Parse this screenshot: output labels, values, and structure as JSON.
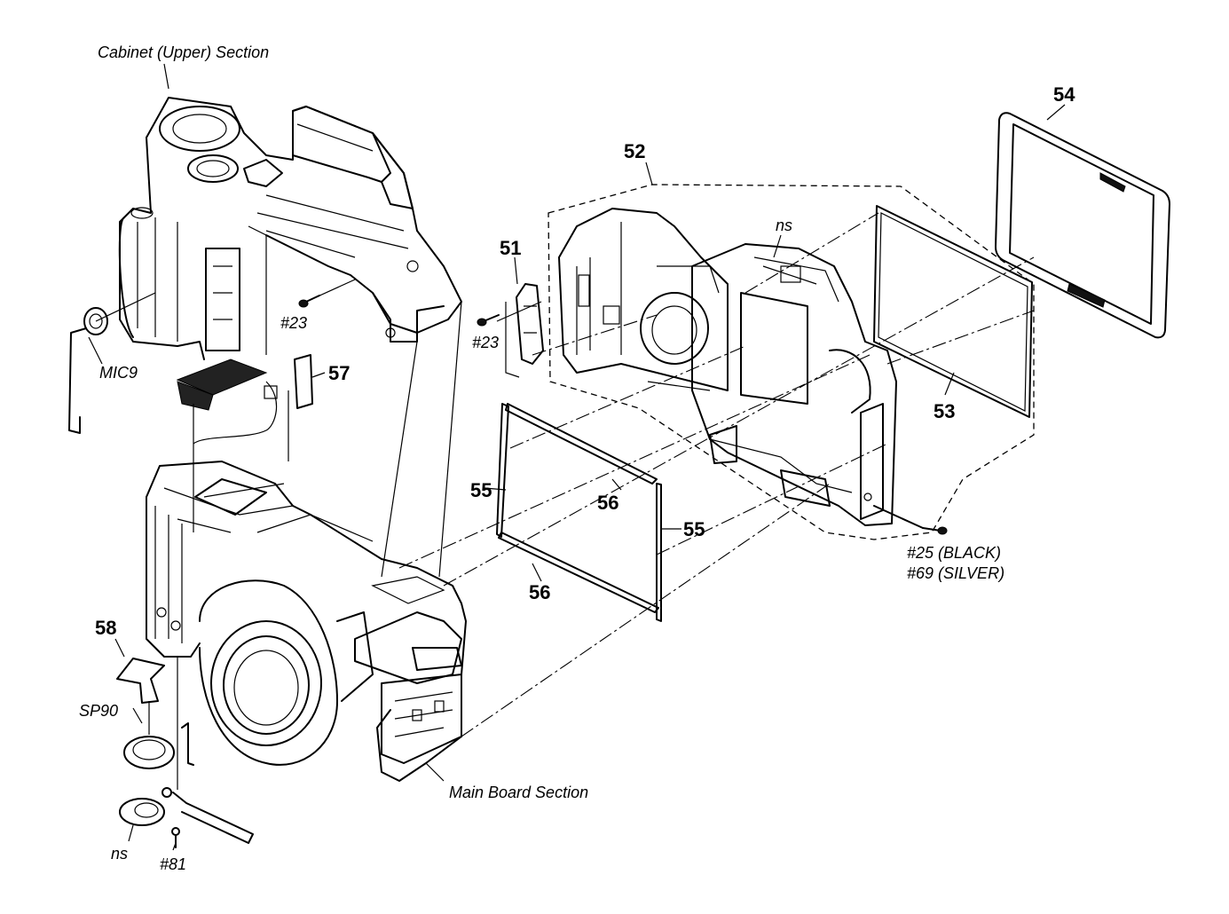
{
  "labels": {
    "cabinet_upper": "Cabinet (Upper) Section",
    "main_board": "Main Board Section",
    "mic": "MIC9",
    "speaker": "SP90",
    "screw_23_left": "#23",
    "screw_23_right": "#23",
    "screw_25": "#25 (BLACK)",
    "screw_69": "#69 (SILVER)",
    "screw_81": "#81",
    "ns_top": "ns",
    "ns_bottom": "ns"
  },
  "parts": {
    "p51": "51",
    "p52": "52",
    "p53": "53",
    "p54": "54",
    "p55_left": "55",
    "p55_right": "55",
    "p56_top": "56",
    "p56_bottom": "56",
    "p57": "57",
    "p58": "58"
  }
}
